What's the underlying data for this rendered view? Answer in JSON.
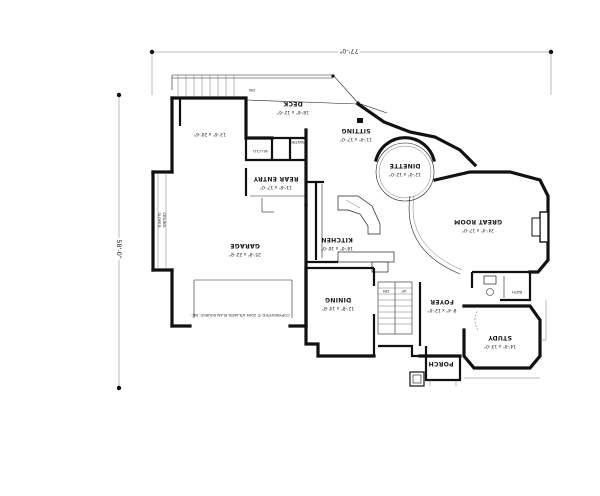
{
  "overall": {
    "width_dim": "77'-0\"",
    "depth_dim": "58'-0\""
  },
  "rooms": {
    "deck": {
      "name": "DECK",
      "dim": "18'-6\" x 12'-6\""
    },
    "sitting": {
      "name": "SITTING",
      "dim": "11'-0\" x 17'-0\""
    },
    "garage_bay": {
      "dim": "13'-6\" x 20'-6\""
    },
    "wic": {
      "name": "W.I.CLO."
    },
    "pantry": {
      "name": "PANTRY"
    },
    "rear_entry": {
      "name": "REAR ENTRY",
      "dim": "11'-6\" x 17'-0\""
    },
    "dinette": {
      "name": "DINETTE",
      "dim": "12'-0\" x 12'-0\""
    },
    "great_room": {
      "name": "GREAT ROOM",
      "dim": "24'-4\" x 17'-0\""
    },
    "kitchen": {
      "name": "KITCHEN",
      "dim": "18'-0\" x 16'-0\""
    },
    "garage": {
      "name": "GARAGE",
      "dim": "25'-8\" x 22'-8\""
    },
    "sloped_ceiling": {
      "line1": "SLOPED",
      "line2": "CEILING"
    },
    "dining": {
      "name": "DINING",
      "dim": "12'-8\" x 14'-8\""
    },
    "foyer": {
      "name": "FOYER",
      "dim": "8'-4\" x 12'-0\""
    },
    "bath": {
      "name": "BATH"
    },
    "study": {
      "name": "STUDY",
      "dim": "14'-0\" x 13'-0\""
    },
    "porch": {
      "name": "PORCH"
    }
  },
  "stair_labels": {
    "down": "DN",
    "up": "UP"
  },
  "copyright": "COPYRIGHTED © 2009 ATLANTA PLAN SOURCE, INC."
}
